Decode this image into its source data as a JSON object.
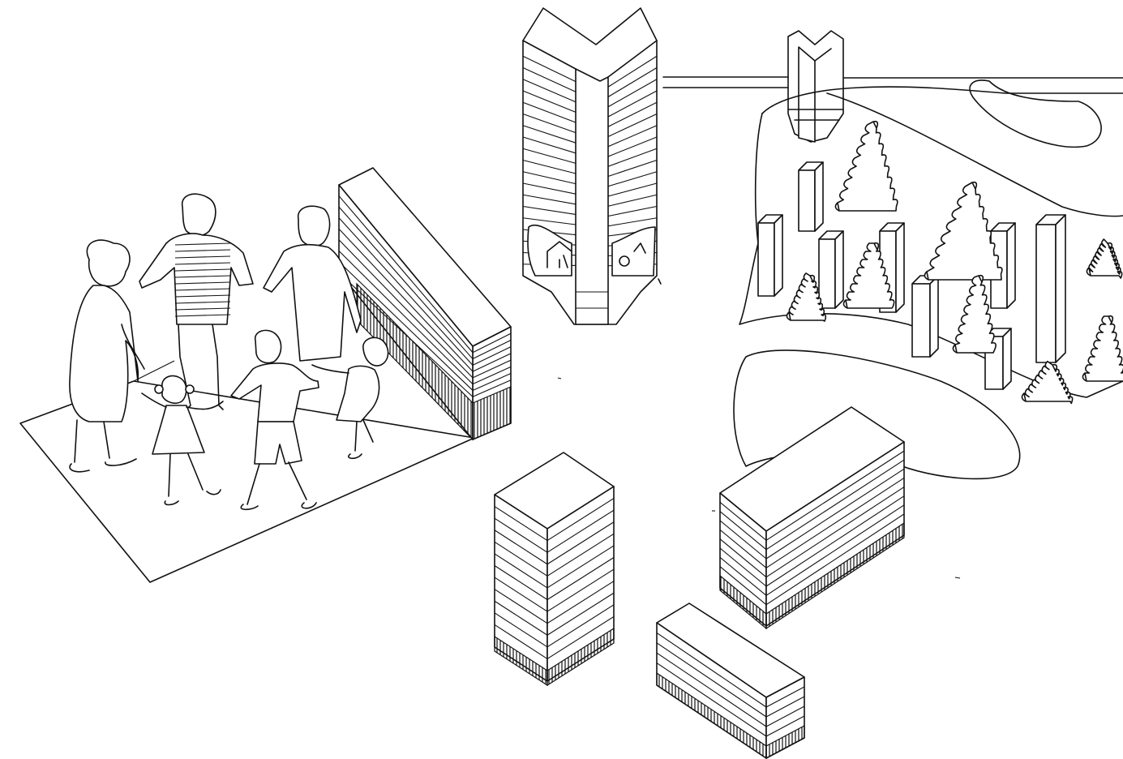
{
  "illustration": {
    "style": "black line drawing on white, isometric",
    "colors": {
      "ink": "#111111",
      "paper": "#ffffff"
    },
    "elements": [
      "family-playing-ring-game",
      "ground-plate",
      "long-low-building",
      "central-tower",
      "small-tower",
      "park-with-trees-and-buildings",
      "block-building-left",
      "block-building-right",
      "block-building-front"
    ]
  }
}
